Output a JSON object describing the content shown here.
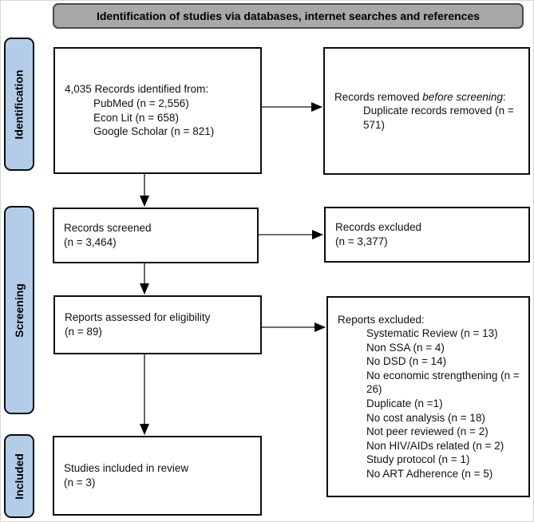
{
  "header": {
    "title": "Identification of studies via databases, internet searches and references"
  },
  "stages": {
    "identification": "Identification",
    "screening": "Screening",
    "included": "Included"
  },
  "boxes": {
    "records_identified": {
      "title": "4,035 Records identified from:",
      "items": [
        "PubMed (n = 2,556)",
        "Econ Lit (n = 658)",
        "Google Scholar (n = 821)"
      ]
    },
    "records_removed": {
      "prefix": "Records removed ",
      "italic_part": "before screening",
      "suffix": ":",
      "items": [
        "Duplicate records removed (n = 571)"
      ]
    },
    "records_screened": {
      "line1": "Records screened",
      "line2": "(n = 3,464)"
    },
    "records_excluded": {
      "line1": "Records excluded",
      "line2": "(n = 3,377)"
    },
    "reports_assessed": {
      "line1": "Reports assessed for eligibility",
      "line2": "(n = 89)"
    },
    "reports_excluded": {
      "title": "Reports excluded:",
      "items": [
        "Systematic Review (n = 13)",
        "Non SSA (n = 4)",
        "No DSD (n = 14)",
        "No economic strengthening (n = 26)",
        "Duplicate (n =1)",
        "No cost analysis (n = 18)",
        "Not peer reviewed (n = 2)",
        "Non HIV/AIDs related (n = 2)",
        "Study protocol (n = 1)",
        "No ART Adherence (n = 5)"
      ]
    },
    "studies_included": {
      "line1": "Studies included in review",
      "line2": "(n = 3)"
    }
  },
  "colors": {
    "stage_fill": "#b3cde8",
    "header_fill": "#a8a8a8",
    "box_border": "#0d0d0d",
    "arrow": "#3f3f3f"
  }
}
